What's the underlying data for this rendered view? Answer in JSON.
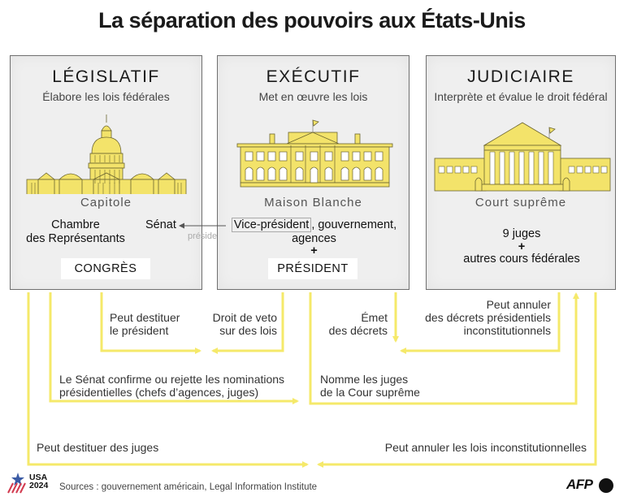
{
  "title": "La séparation des pouvoirs aux États-Unis",
  "colors": {
    "accent_yellow": "#f5e96a",
    "building_fill": "#f3e36a",
    "panel_bg": "#efefef",
    "panel_border": "#6f6f6f",
    "text_dark": "#1a1a1a"
  },
  "panels": {
    "legislative": {
      "title": "LÉGISLATIF",
      "subtitle": "Élabore les lois fédérales",
      "building": "Capitole",
      "building_icon": "capitol-icon",
      "house": "Chambre",
      "house2": "des Représentants",
      "senate": "Sénat",
      "tag": "CONGRÈS"
    },
    "executive": {
      "title": "EXÉCUTIF",
      "subtitle": "Met en œuvre les lois",
      "building": "Maison Blanche",
      "building_icon": "white-house-icon",
      "vp": "Vice-président",
      "rest": ", gouvernement,",
      "line2": "agences",
      "plus": "+",
      "tag": "PRÉSIDENT"
    },
    "judicial": {
      "title": "JUDICIAIRE",
      "subtitle": "Interprète et évalue le droit fédéral",
      "building": "Court suprême",
      "building_icon": "supreme-court-icon",
      "line1": "9 juges",
      "plus": "+",
      "line2": "autres cours fédérales"
    }
  },
  "preside_label": "préside",
  "relations": {
    "impeach_president": [
      "Peut destituer",
      "le président"
    ],
    "veto": [
      "Droit de veto",
      "sur des lois"
    ],
    "senate_confirms": [
      "Le Sénat confirme ou rejette les nominations",
      "présidentielles (chefs d’agences, juges)"
    ],
    "executive_orders": [
      "Émet",
      "des décrets"
    ],
    "annul_orders": [
      "Peut annuler",
      "des décrets présidentiels",
      "inconstitutionnels"
    ],
    "appoint_judges": [
      "Nomme les juges",
      "de la Cour suprême"
    ],
    "impeach_judges": "Peut destituer des juges",
    "annul_laws": "Peut annuler les lois inconstitutionnelles"
  },
  "footer": {
    "logo_line1": "USA",
    "logo_line2": "2024",
    "sources": "Sources : gouvernement américain, Legal Information Institute",
    "agency": "AFP"
  }
}
